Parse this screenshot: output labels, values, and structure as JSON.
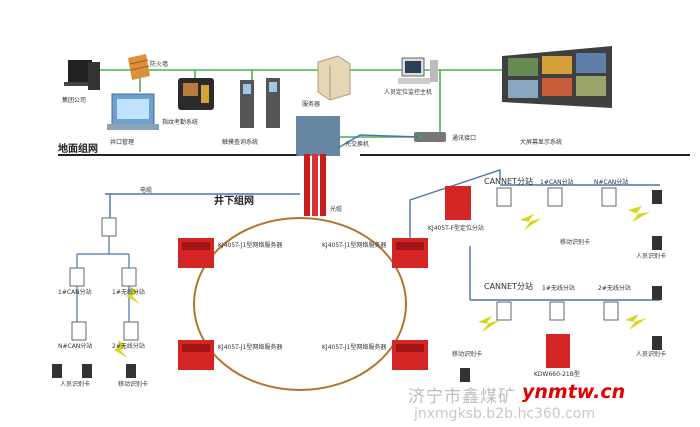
{
  "top_labels": {
    "group_company": "集团公司",
    "firewall": "防火墙",
    "fingerprint": "指纹考勤系统",
    "kiosk": "触摸查询系统",
    "server": "服务器",
    "monitor_pc": "人员定位监控主机",
    "wall": "大屏幕显示系统",
    "well_mgmt": "井口管理",
    "comm_port": "通讯接口",
    "ground_net": "地面组网",
    "optic_sw": "光交换机"
  },
  "underground": {
    "title": "井下组网",
    "cable": "电缆",
    "fiber": "光缆",
    "ring_nodes": [
      "KJ405T-J1型网络服务器",
      "KJ405T-J1型网络服务器",
      "KJ405T-J1型网络服务器",
      "KJ405T-J1型网络服务器"
    ],
    "left_nodes": [
      "1#CAN分站",
      "1#无线分站",
      "N#CAN分站",
      "2#无线分站"
    ],
    "left_bottom": [
      "人员识别卡",
      "移动识别卡"
    ],
    "right_top": {
      "cannet": "CANNET分站",
      "can1": "1#CAN分站",
      "cann": "N#CAN分站",
      "device": "KJ405T-F型定位分站",
      "card": "移动识别卡",
      "person": "人员识别卡"
    },
    "right_bottom": {
      "cannet": "CANNET分站",
      "w1": "1#无线分站",
      "w2": "2#无线分站",
      "card": "移动识别卡",
      "power": "KDW660-21B型",
      "person": "人员识别卡"
    }
  },
  "watermark": {
    "cn": "济宁市鑫煤矿",
    "red": "ynmtw.cn",
    "url": "jnxmgksb.b2b.hc360.com"
  }
}
